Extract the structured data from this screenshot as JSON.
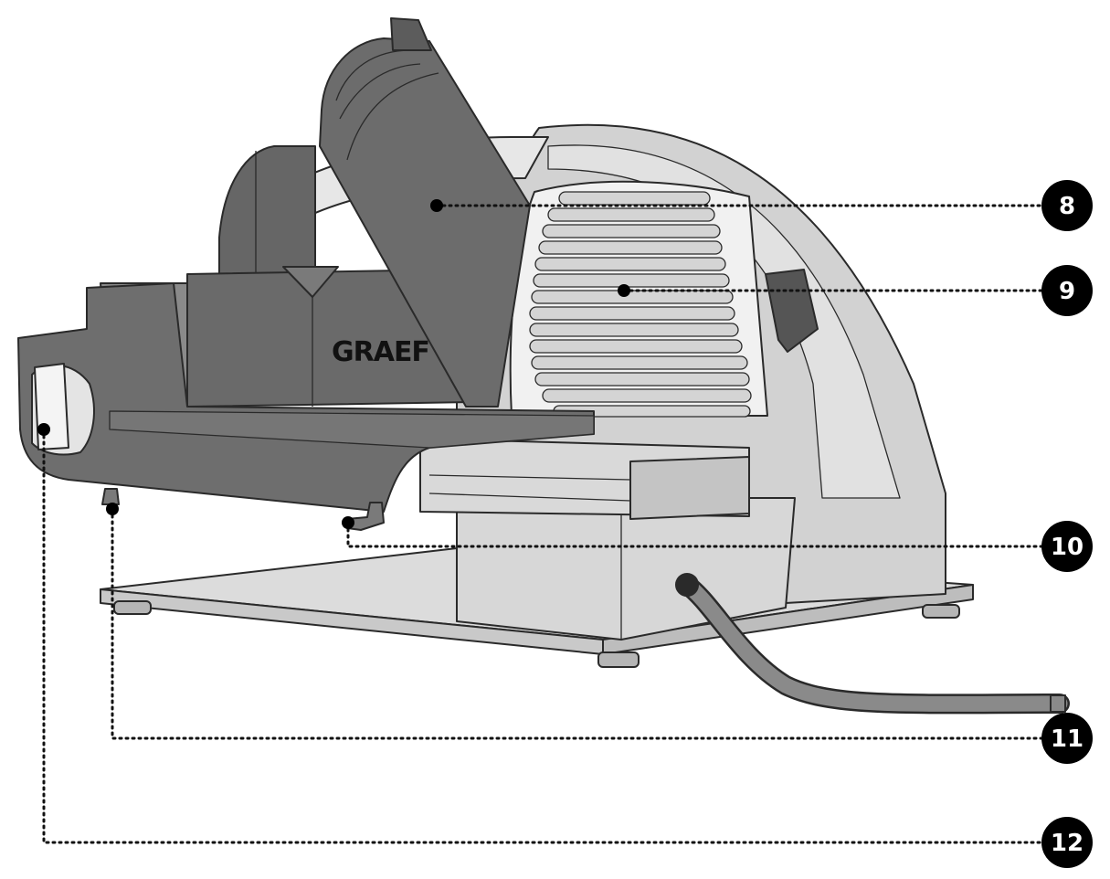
{
  "brand": {
    "text": "GRAEF"
  },
  "callouts": [
    {
      "number": "8",
      "part": "carriage-handle"
    },
    {
      "number": "9",
      "part": "blade-cover"
    },
    {
      "number": "10",
      "part": "carriage-foot-rear"
    },
    {
      "number": "11",
      "part": "carriage-foot-front"
    },
    {
      "number": "12",
      "part": "thickness-knob"
    }
  ],
  "colors": {
    "dark_part": "#6f6f6f",
    "darker_part": "#5a5a5a",
    "light_part": "#cfcfcf",
    "lighter_part": "#e3e3e3",
    "badge": "#000000"
  }
}
